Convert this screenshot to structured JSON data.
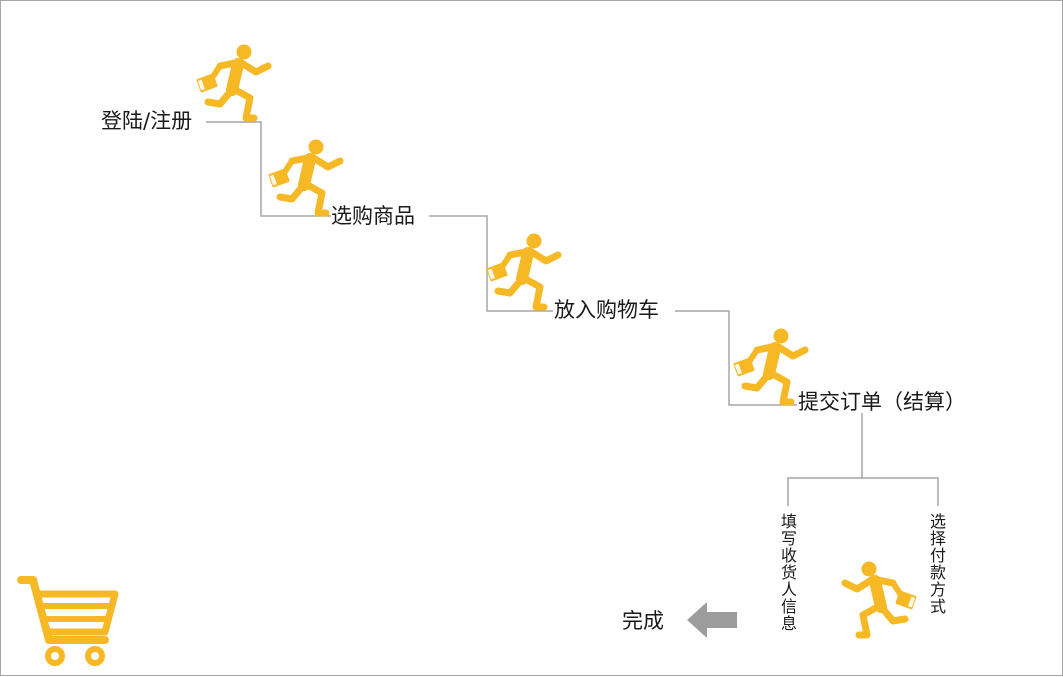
{
  "diagram": {
    "steps": [
      {
        "id": "login",
        "label": "登陆/注册"
      },
      {
        "id": "select",
        "label": "选购商品"
      },
      {
        "id": "cart",
        "label": "放入购物车"
      },
      {
        "id": "submit",
        "label": "提交订单（结算）"
      }
    ],
    "branches": [
      {
        "id": "address",
        "label": "填写收货人信息"
      },
      {
        "id": "payment",
        "label": "选择付款方式"
      }
    ],
    "finish": {
      "label": "完成"
    },
    "icons": {
      "runner": "running-man-with-bag-icon",
      "cart": "shopping-cart-icon",
      "arrow": "left-arrow-icon"
    },
    "colors": {
      "figure": "#f6b925",
      "line": "#a6a6a6",
      "arrow": "#9c9c9c",
      "text": "#1a1a1a",
      "border": "#a6a6a6"
    }
  }
}
